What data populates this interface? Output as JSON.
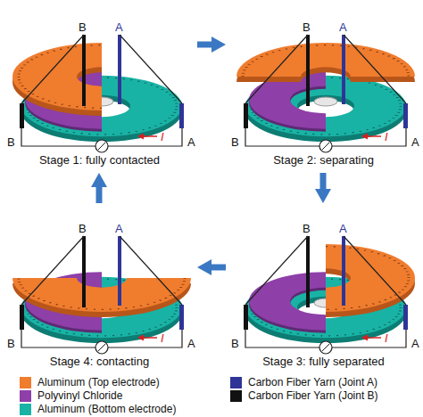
{
  "diagram": {
    "nodes": [
      {
        "text": [
          "Stage 1: fully contacted"
        ]
      },
      {
        "text": [
          "Stage 2: separating"
        ]
      },
      {
        "text": [
          "Stage 3: fully separated"
        ]
      },
      {
        "text": [
          "Stage 4: contacting"
        ]
      }
    ],
    "edges": [
      {
        "from": 0,
        "to": 1,
        "arrow": "to"
      },
      {
        "from": 1,
        "to": 2,
        "arrow": "to"
      },
      {
        "from": 2,
        "to": 3,
        "arrow": "to"
      },
      {
        "from": 3,
        "to": 0,
        "arrow": "to"
      }
    ],
    "labels": [
      "B",
      "A",
      "B",
      "A",
      "I",
      "B",
      "A",
      "B",
      "A",
      "I",
      "B",
      "A",
      "B",
      "A",
      "I",
      "B",
      "A",
      "B",
      "A",
      "I"
    ],
    "legend": [
      {
        "text": "Aluminum (Top electrode)",
        "color": "#f07c2e"
      },
      {
        "text": "Carbon Fiber Yarn (Joint A)",
        "color": "#2f3596"
      },
      {
        "text": "Polyvinyl Chloride",
        "color": "#8e3fa8"
      },
      {
        "text": "Carbon Fiber Yarn (Joint B)",
        "color": "#111111"
      },
      {
        "text": "Aluminum (Bottom electrode)",
        "color": "#19b3a5"
      }
    ]
  }
}
